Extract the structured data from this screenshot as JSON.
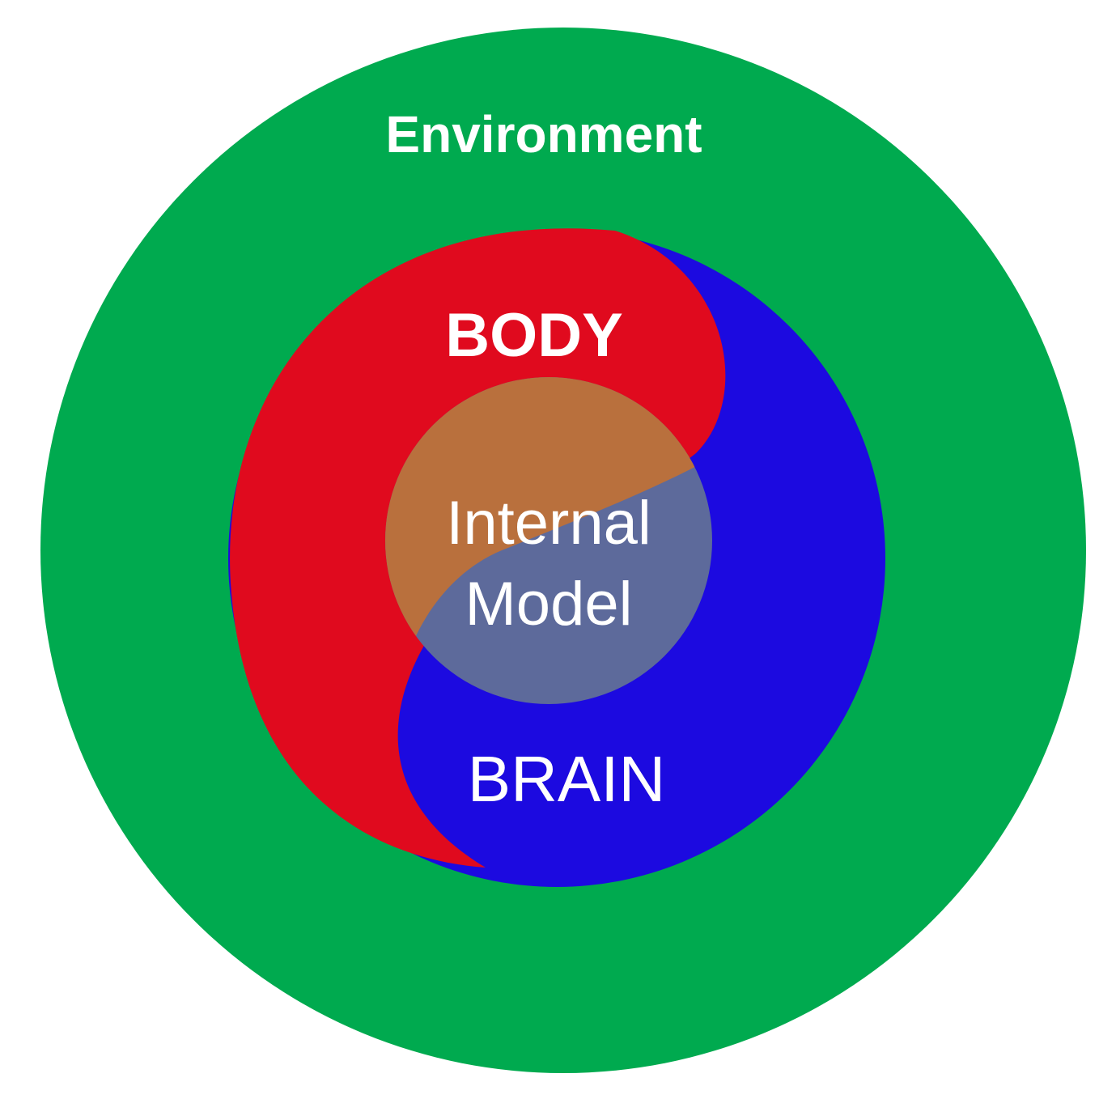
{
  "labels": {
    "environment": "Environment",
    "body": "BODY",
    "internal_model_line1": "Internal",
    "internal_model_line2": "Model",
    "brain": "BRAIN"
  },
  "colors": {
    "environment": "#00aa4f",
    "body": "#e00a1e",
    "brain": "#1c0ae0",
    "internal_model_body_half": "#b9703d",
    "internal_model_brain_half": "#5d6a9b",
    "text": "#ffffff"
  }
}
